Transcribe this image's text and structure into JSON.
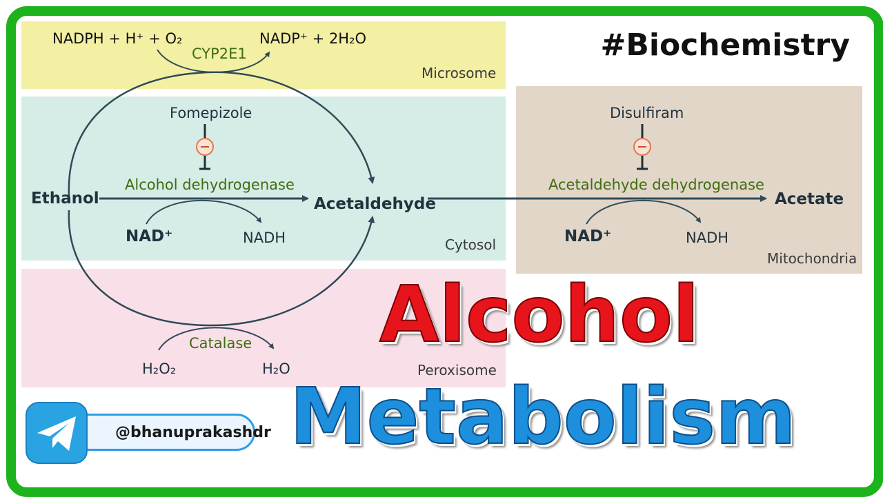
{
  "hashtag": "#Biochemistry",
  "regions": {
    "microsome": "Microsome",
    "cytosol": "Cytosol",
    "peroxisome": "Peroxisome",
    "mitochondria": "Mitochondria"
  },
  "molecules": {
    "ethanol": "Ethanol",
    "acetaldehyde": "Acetaldehyde",
    "acetate": "Acetate"
  },
  "microsome": {
    "substrate": "NADPH + H⁺ + O₂",
    "enzyme": "CYP2E1",
    "product": "NADP⁺ + 2H₂O"
  },
  "cytosol": {
    "inhibitor": "Fomepizole",
    "enzyme": "Alcohol dehydrogenase",
    "cofactor_in": "NAD⁺",
    "cofactor_out": "NADH"
  },
  "peroxisome": {
    "enzyme": "Catalase",
    "substrate": "H₂O₂",
    "product": "H₂O"
  },
  "mitochondria": {
    "inhibitor": "Disulfiram",
    "enzyme": "Acetaldehyde dehydrogenase",
    "cofactor_in": "NAD⁺",
    "cofactor_out": "NADH"
  },
  "inhibit_symbol": "−",
  "title_line1": "Alcohol",
  "title_line2": "Metabolism",
  "telegram_handle": "@bhanuprakashdr",
  "colors": {
    "border": "#1db31d",
    "arrow": "#2f4a58",
    "enzyme": "#3f6d12",
    "title_red": "#e8141c",
    "title_blue": "#1d8fdc",
    "inhibitor": "#e07a4a"
  }
}
